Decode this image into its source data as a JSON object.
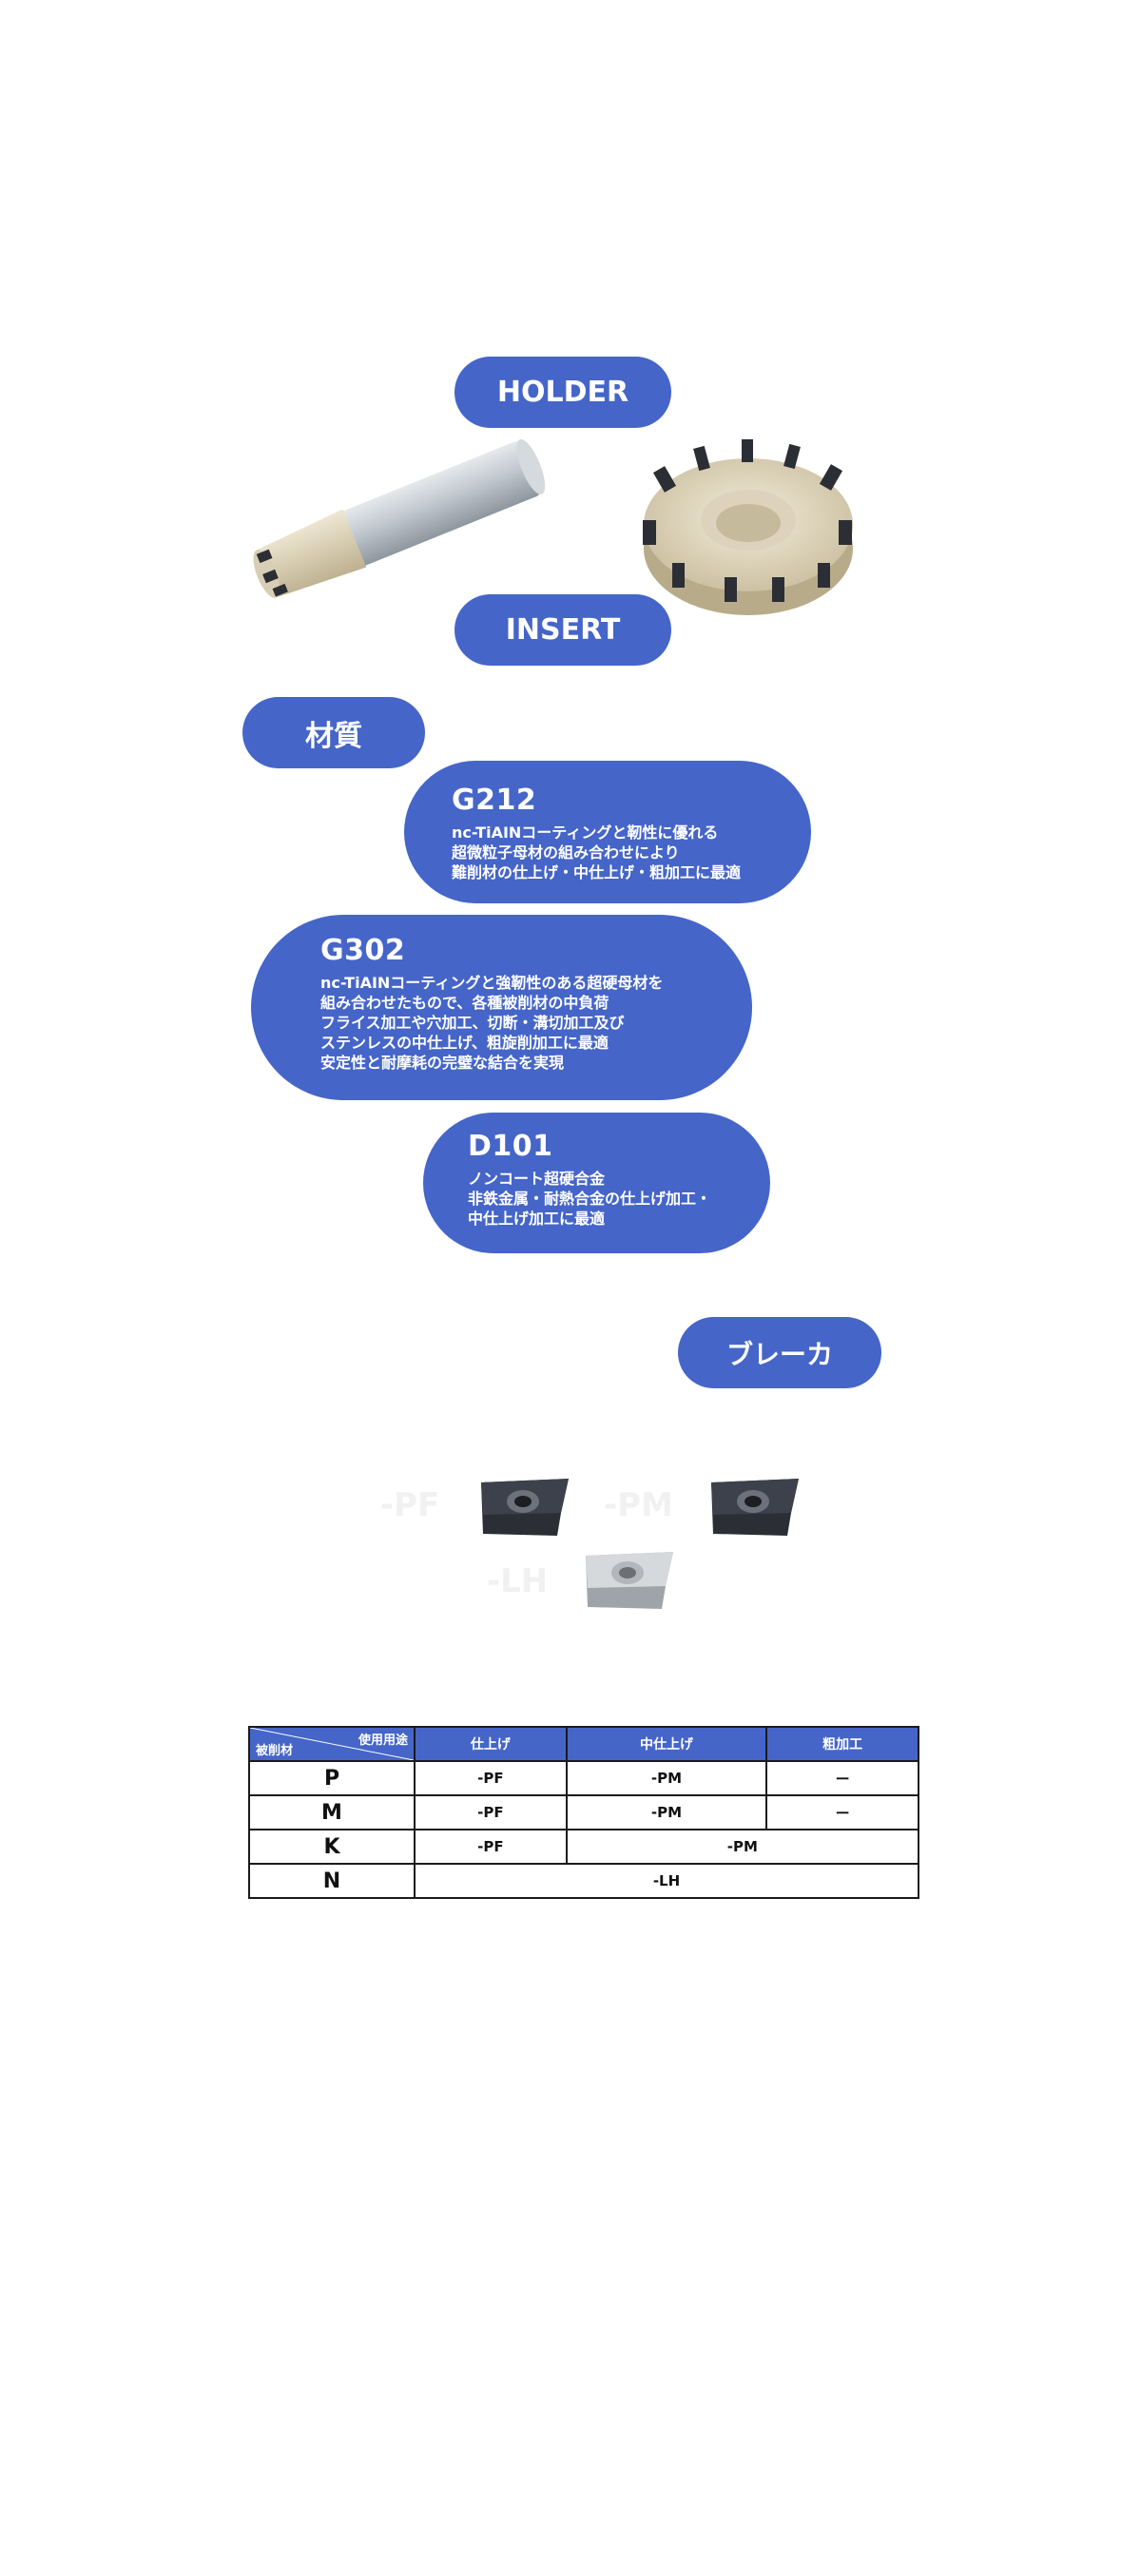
{
  "holder_label": "HOLDER",
  "insert_label": "INSERT",
  "material_label": "材質",
  "grades": [
    {
      "name": "G212",
      "lines": [
        "nc-TiAINコーティングと靭性に優れる",
        "超微粒子母材の組み合わせにより",
        "難削材の仕上げ・中仕上げ・粗加工に最適"
      ]
    },
    {
      "name": "G302",
      "lines": [
        "nc-TiAINコーティングと強靭性のある超硬母材を",
        "組み合わせたもので、各種被削材の中負荷",
        "フライス加工や穴加工、切断・溝切加工及び",
        "ステンレスの中仕上げ、粗旋削加工に最適",
        "安定性と耐摩耗の完璧な結合を実現"
      ]
    },
    {
      "name": "D101",
      "lines": [
        "ノンコート超硬合金",
        "非鉄金属・耐熱合金の仕上げ加工・",
        "中仕上げ加工に最適"
      ]
    }
  ],
  "breaker_label": "ブレーカ",
  "breaker_types": [
    "-PF",
    "-PM",
    "-LH"
  ],
  "table": {
    "corner_top": "使用用途",
    "corner_bottom": "被削材",
    "headers": [
      "仕上げ",
      "中仕上げ",
      "粗加工"
    ],
    "rows": [
      {
        "material": "P",
        "cells": [
          "-PF",
          "-PM",
          "ー"
        ]
      },
      {
        "material": "M",
        "cells": [
          "-PF",
          "-PM",
          "ー"
        ]
      },
      {
        "material": "K",
        "cells": [
          "-PF",
          "-PM"
        ]
      },
      {
        "material": "N",
        "cells": [
          "-LH"
        ]
      }
    ]
  },
  "colors": {
    "accent": "#4565c8",
    "holder_body": "#bfc6cd",
    "coating": "#e0d6bf",
    "insert_dark": "#2b2e35"
  }
}
